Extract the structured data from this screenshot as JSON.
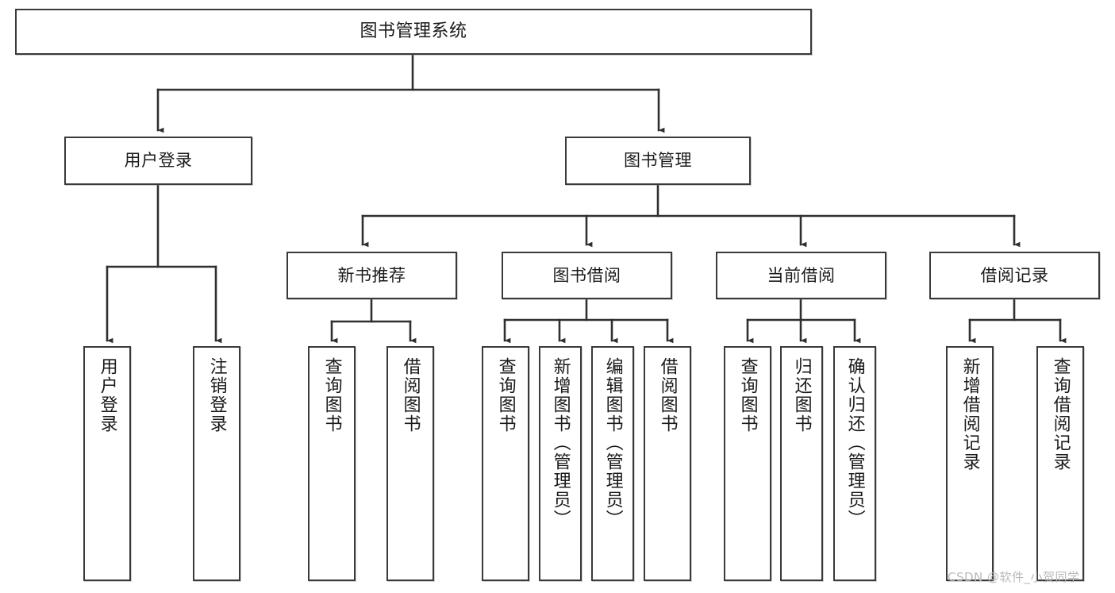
{
  "diagram": {
    "title": "图书管理系统",
    "type": "tree-hierarchy",
    "colors": {
      "box_border": "#3a3a3a",
      "box_fill": "#ffffff",
      "edge": "#2f2f2f",
      "text": "#1a1a1a",
      "watermark": "#b9b9b9"
    },
    "root": {
      "label": "图书管理系统"
    },
    "level2": [
      {
        "id": "user-login",
        "label": "用户登录"
      },
      {
        "id": "book-manage",
        "label": "图书管理"
      }
    ],
    "level3": [
      {
        "id": "new-book-recommend",
        "label": "新书推荐"
      },
      {
        "id": "book-borrow",
        "label": "图书借阅"
      },
      {
        "id": "current-borrow",
        "label": "当前借阅"
      },
      {
        "id": "borrow-record",
        "label": "借阅记录"
      }
    ],
    "leaves": {
      "user_login": [
        {
          "id": "leaf-user-login",
          "label": "用户登录"
        },
        {
          "id": "leaf-logout-login",
          "label": "注销登录"
        }
      ],
      "new_book_recommend": [
        {
          "id": "leaf-query-book-1",
          "label": "查询图书"
        },
        {
          "id": "leaf-borrow-book-1",
          "label": "借阅图书"
        }
      ],
      "book_borrow": [
        {
          "id": "leaf-query-book-2",
          "label": "查询图书"
        },
        {
          "id": "leaf-add-book",
          "label": "新增图书（管理员）"
        },
        {
          "id": "leaf-edit-book",
          "label": "编辑图书（管理员）"
        },
        {
          "id": "leaf-borrow-book-2",
          "label": "借阅图书"
        }
      ],
      "current_borrow": [
        {
          "id": "leaf-query-book-3",
          "label": "查询图书"
        },
        {
          "id": "leaf-return-book",
          "label": "归还图书"
        },
        {
          "id": "leaf-confirm-return",
          "label": "确认归还（管理员）"
        }
      ],
      "borrow_record": [
        {
          "id": "leaf-add-record",
          "label": "新增借阅记录"
        },
        {
          "id": "leaf-query-record",
          "label": "查询借阅记录"
        }
      ]
    }
  },
  "watermark": {
    "text": "CSDN @软件_小贺同学"
  }
}
